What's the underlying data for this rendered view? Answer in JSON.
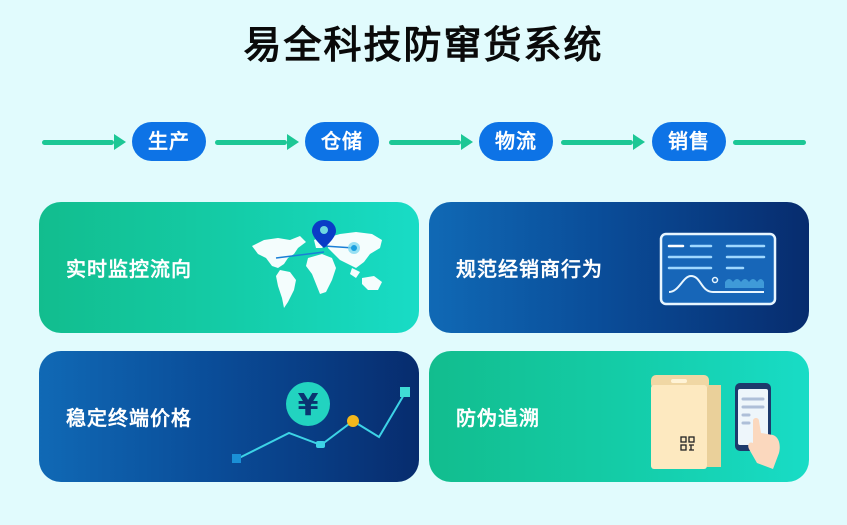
{
  "title": "易全科技防窜货系统",
  "flow": {
    "steps": [
      {
        "label": "生产"
      },
      {
        "label": "仓储"
      },
      {
        "label": "物流"
      },
      {
        "label": "销售"
      }
    ],
    "colors": {
      "line": "#1cc795",
      "pill": "#0d73e6"
    }
  },
  "cards": [
    {
      "label": "实时监控流向",
      "icon": "world-map-icon",
      "style": "green"
    },
    {
      "label": "规范经销商行为",
      "icon": "dashboard-icon",
      "style": "blue"
    },
    {
      "label": "稳定终端价格",
      "icon": "price-chart-icon",
      "style": "blue"
    },
    {
      "label": "防伪追溯",
      "icon": "qr-scan-phone-icon",
      "style": "green"
    }
  ],
  "colors": {
    "background": "#e1fbfd",
    "green_start": "#12bd8e",
    "green_end": "#18dcc6",
    "blue_start": "#1069b5",
    "blue_end": "#072c6e"
  }
}
